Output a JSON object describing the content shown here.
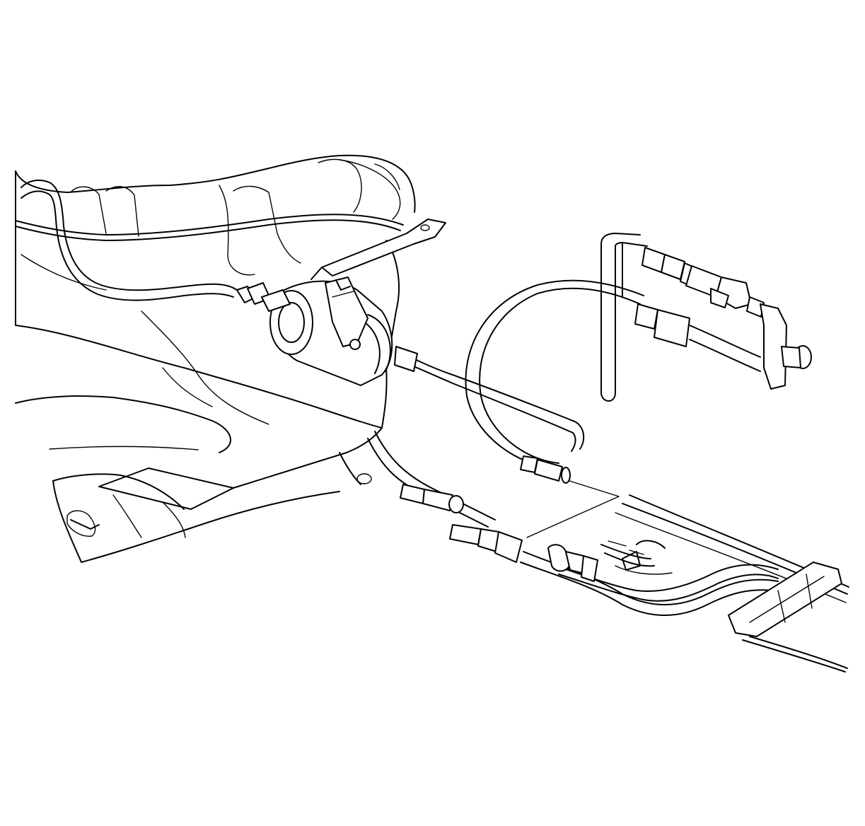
{
  "figure": {
    "kind": "line-art technical illustration",
    "colors": {
      "background": "#ffffff",
      "ink": "#000000"
    },
    "components": [
      "fuel-tank",
      "tank-strap-bracket",
      "fuel-filter",
      "filter-retaining-clip",
      "fuel-feed-line",
      "fuel-return-line",
      "evap-vent-line",
      "quick-connect-fittings",
      "frame-rail-line-bundle",
      "line-retainer-clip",
      "inset-detail-lines"
    ],
    "labels": []
  }
}
